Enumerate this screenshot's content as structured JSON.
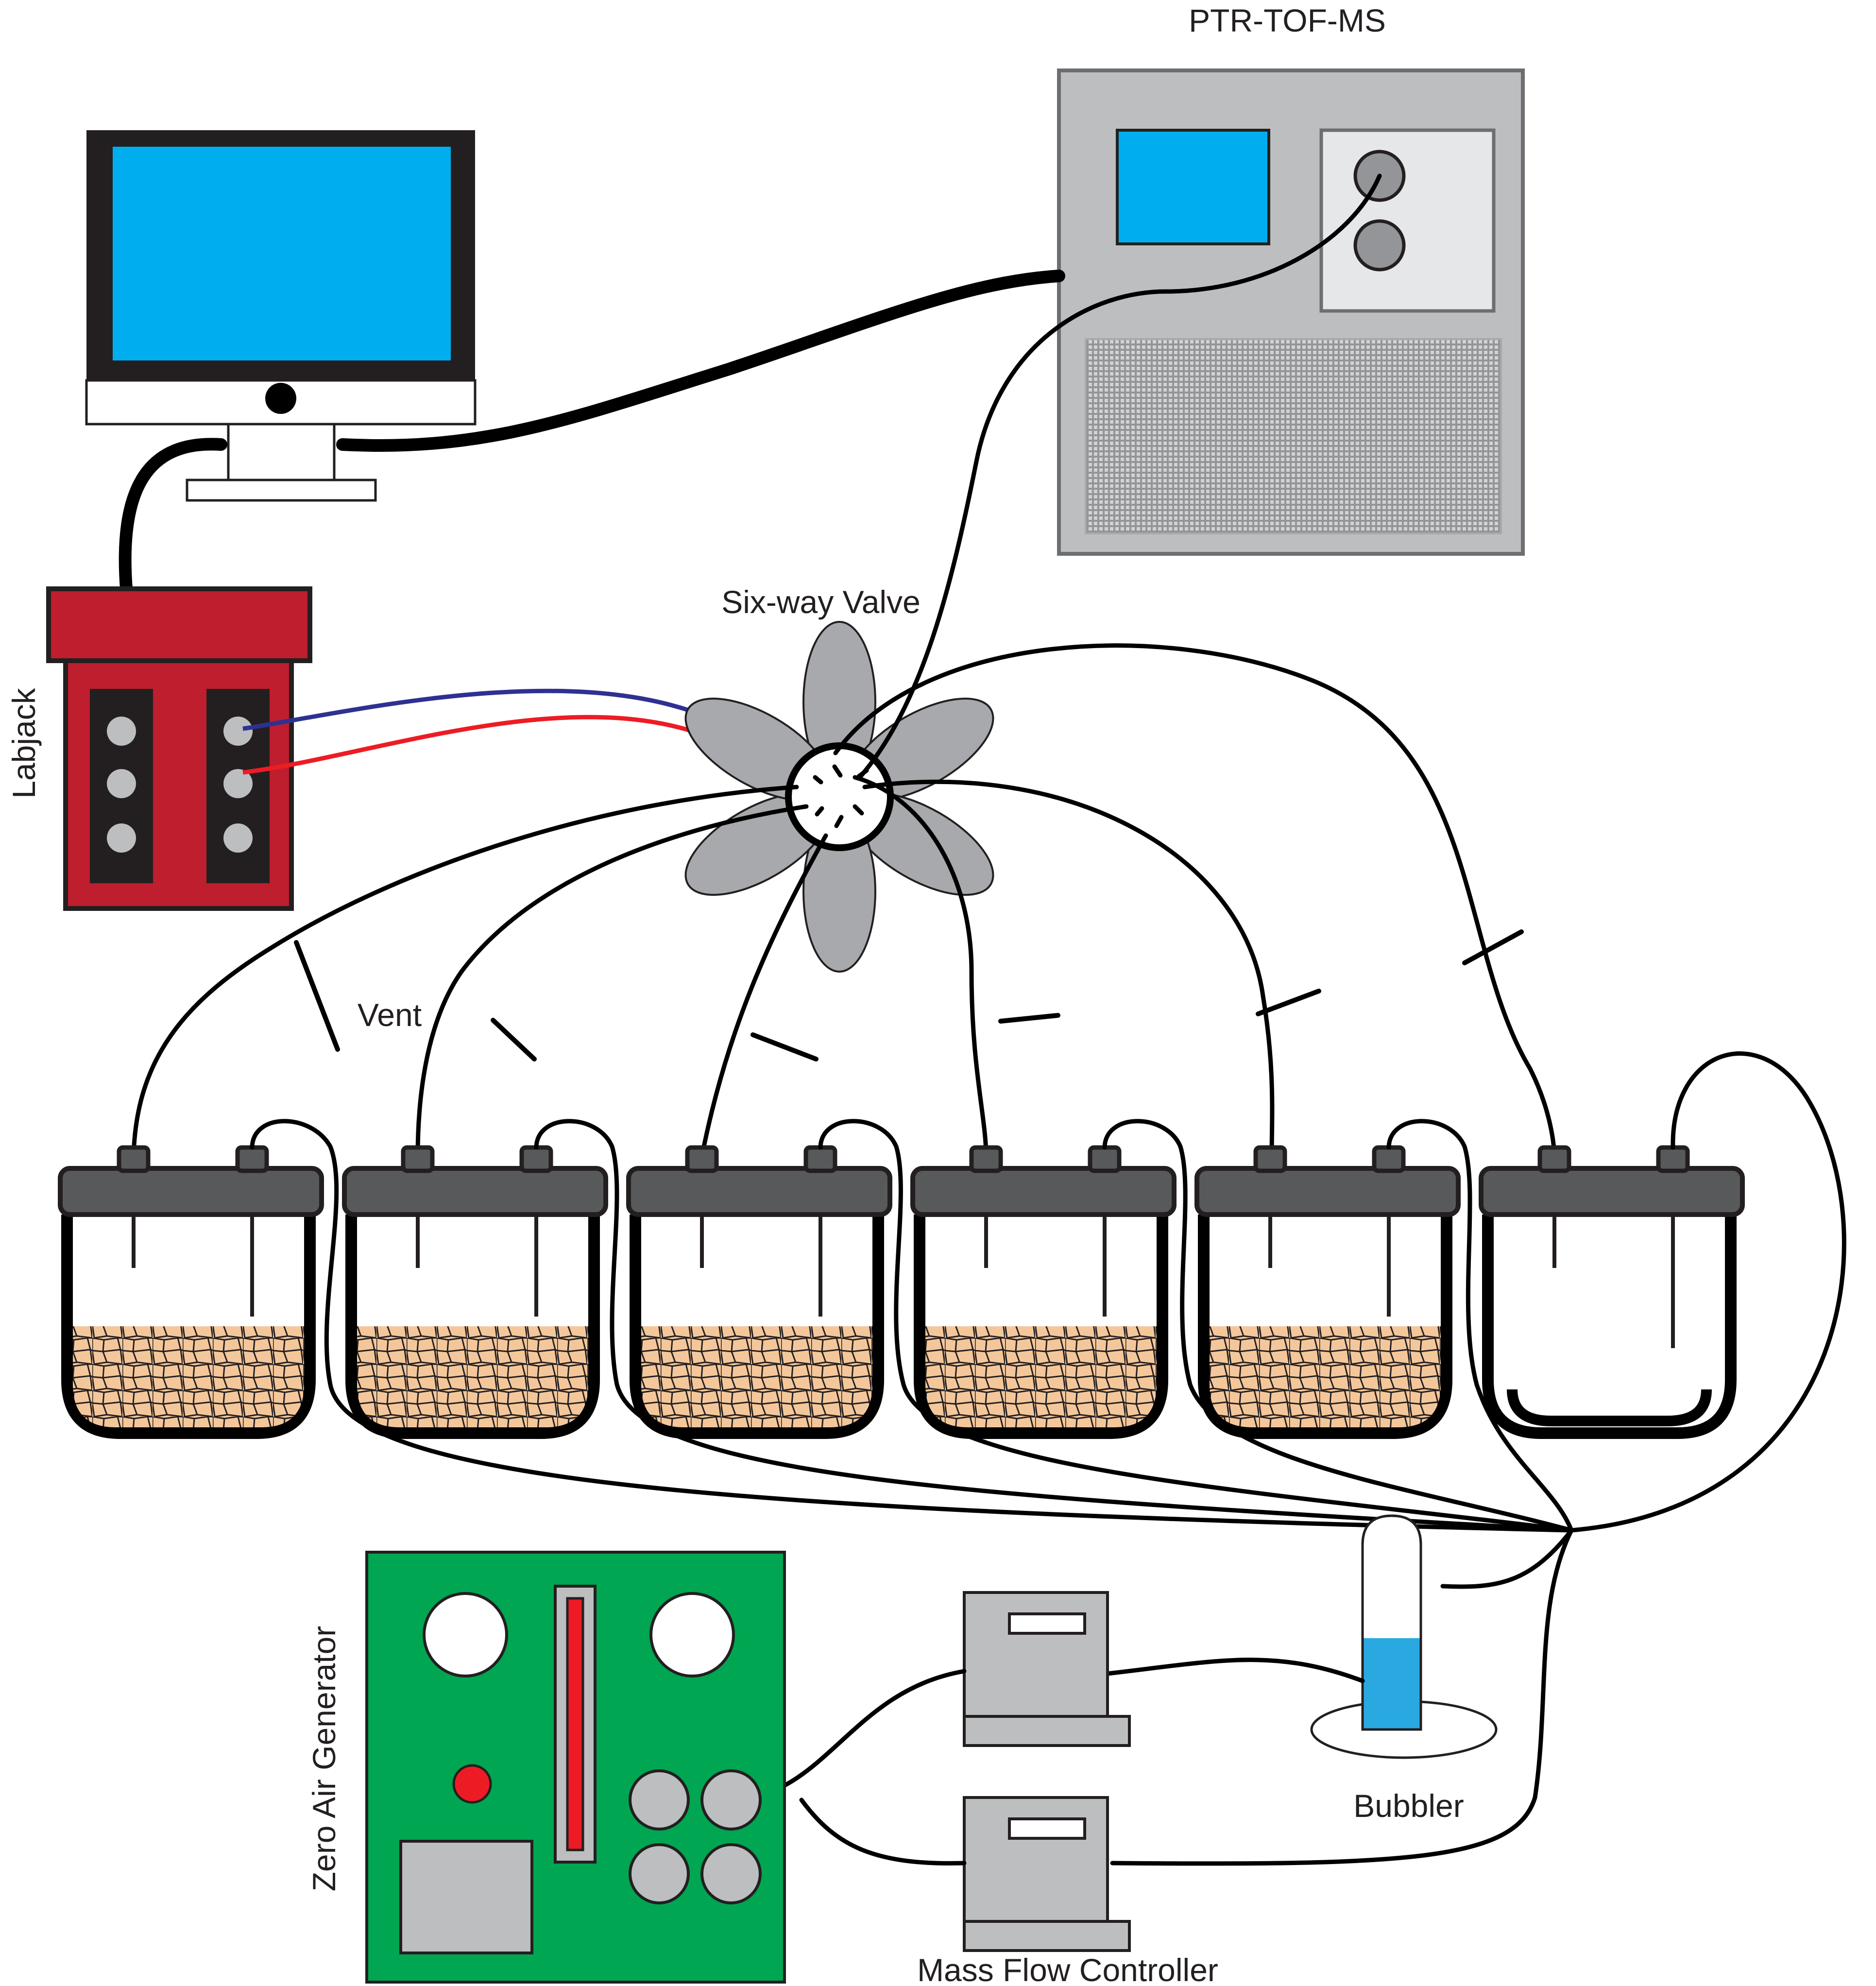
{
  "labels": {
    "ptr": "PTR-TOF-MS",
    "labjack": "Labjack",
    "valve": "Six-way Valve",
    "vent": "Vent",
    "zero_air": "Zero Air Generator",
    "bubbler": "Bubbler",
    "mfc": "Mass Flow Controller"
  },
  "colors": {
    "screen": "#00aeef",
    "labjack_red": "#be1e2d",
    "zero_air_green": "#00a651",
    "instrument_gray": "#bcbec0",
    "lid_gray": "#58595b",
    "soil": "#f4c79b",
    "valve_gray": "#a7a9ac",
    "wire_blue": "#2e3192",
    "wire_red": "#ed1c24",
    "water": "#29a9e0"
  },
  "jars": {
    "count": 6,
    "with_soil": 5
  }
}
